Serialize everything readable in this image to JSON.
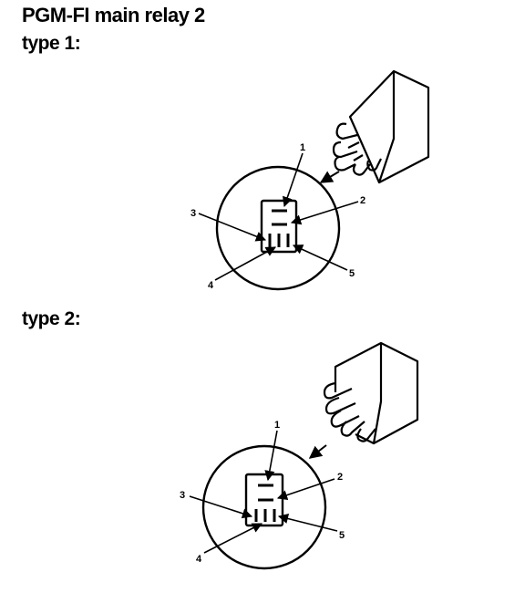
{
  "title": "PGM-FI main relay 2",
  "type1": {
    "label": "type 1:",
    "pins": [
      "1",
      "2",
      "3",
      "4",
      "5"
    ]
  },
  "type2": {
    "label": "type 2:",
    "pins": [
      "1",
      "2",
      "3",
      "4",
      "5"
    ]
  },
  "icons": [
    "relay-connector-plug-icon",
    "connector-face-circle-icon",
    "arrow-icon"
  ]
}
